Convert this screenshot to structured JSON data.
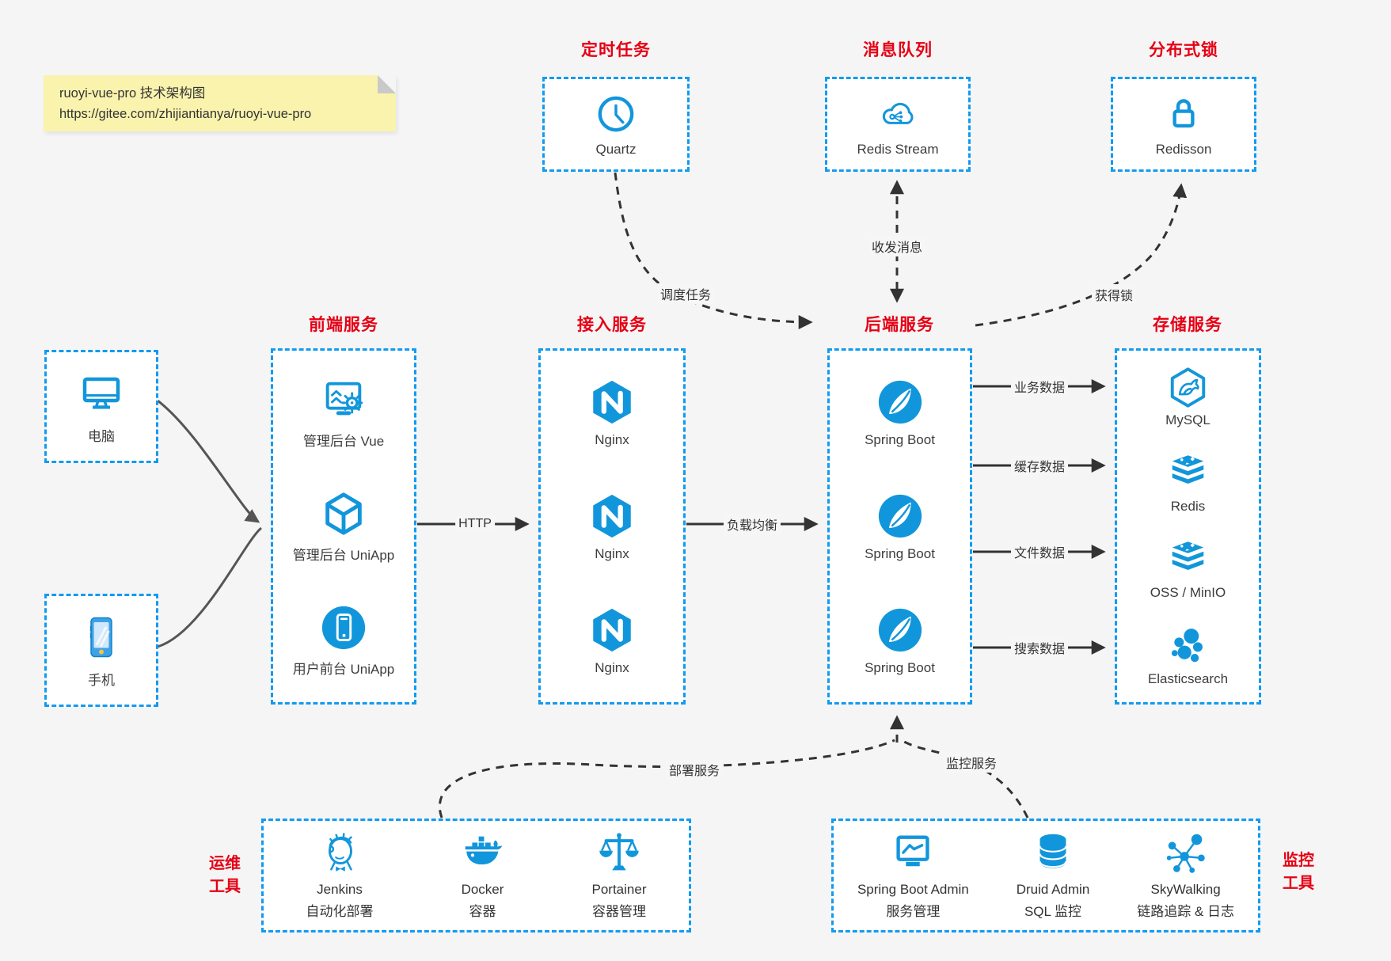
{
  "note": {
    "line1": "ruoyi-vue-pro 技术架构图",
    "line2": "https://gitee.com/zhijiantianya/ruoyi-vue-pro"
  },
  "colors": {
    "accent_blue": "#1296db",
    "border_blue": "#139bee",
    "title_red": "#e60014",
    "arrow_dark": "#333333",
    "connector_gray": "#555555",
    "note_bg": "#faf3ae",
    "canvas_bg": "#f5f5f6"
  },
  "devices": {
    "computer": {
      "icon": "desktop-computer-icon",
      "label": "电脑"
    },
    "phone": {
      "icon": "smartphone-icon",
      "label": "手机"
    }
  },
  "top_groups": {
    "scheduler": {
      "title": "定时任务",
      "item": {
        "icon": "clock-icon",
        "label": "Quartz"
      }
    },
    "mq": {
      "title": "消息队列",
      "item": {
        "icon": "cloud-share-icon",
        "label": "Redis Stream"
      }
    },
    "dlock": {
      "title": "分布式锁",
      "item": {
        "icon": "lock-icon",
        "label": "Redisson"
      }
    }
  },
  "columns": {
    "frontend": {
      "title": "前端服务",
      "items": [
        {
          "icon": "admin-monitor-gear-icon",
          "label": "管理后台 Vue"
        },
        {
          "icon": "cube-3d-icon",
          "label": "管理后台 UniApp"
        },
        {
          "icon": "phone-app-icon",
          "label": "用户前台 UniApp"
        }
      ]
    },
    "gateway": {
      "title": "接入服务",
      "items": [
        {
          "icon": "nginx-icon",
          "label": "Nginx"
        },
        {
          "icon": "nginx-icon",
          "label": "Nginx"
        },
        {
          "icon": "nginx-icon",
          "label": "Nginx"
        }
      ]
    },
    "backend": {
      "title": "后端服务",
      "items": [
        {
          "icon": "spring-boot-icon",
          "label": "Spring Boot"
        },
        {
          "icon": "spring-boot-icon",
          "label": "Spring Boot"
        },
        {
          "icon": "spring-boot-icon",
          "label": "Spring Boot"
        }
      ]
    },
    "storage": {
      "title": "存储服务",
      "items": [
        {
          "icon": "mysql-dolphin-icon",
          "label": "MySQL"
        },
        {
          "icon": "redis-stack-icon",
          "label": "Redis"
        },
        {
          "icon": "redis-stack-icon",
          "label": "OSS / MinIO"
        },
        {
          "icon": "elasticsearch-icon",
          "label": "Elasticsearch"
        }
      ]
    }
  },
  "bottom_groups": {
    "ops": {
      "title_line1": "运维",
      "title_line2": "工具",
      "items": [
        {
          "icon": "jenkins-icon",
          "name": "Jenkins",
          "desc": "自动化部署"
        },
        {
          "icon": "docker-whale-icon",
          "name": "Docker",
          "desc": "容器"
        },
        {
          "icon": "portainer-scales-icon",
          "name": "Portainer",
          "desc": "容器管理"
        }
      ]
    },
    "monitoring": {
      "title_line1": "监控",
      "title_line2": "工具",
      "items": [
        {
          "icon": "chart-monitor-icon",
          "name": "Spring Boot Admin",
          "desc": "服务管理"
        },
        {
          "icon": "database-icon",
          "name": "Druid Admin",
          "desc": "SQL 监控"
        },
        {
          "icon": "node-graph-icon",
          "name": "SkyWalking",
          "desc": "链路追踪 & 日志"
        }
      ]
    }
  },
  "edge_labels": {
    "http": "HTTP",
    "load_balance": "负载均衡",
    "business_data": "业务数据",
    "cache_data": "缓存数据",
    "file_data": "文件数据",
    "search_data": "搜索数据",
    "schedule_task": "调度任务",
    "send_receive_msg": "收发消息",
    "acquire_lock": "获得锁",
    "deploy_service": "部署服务",
    "monitor_service": "监控服务"
  }
}
